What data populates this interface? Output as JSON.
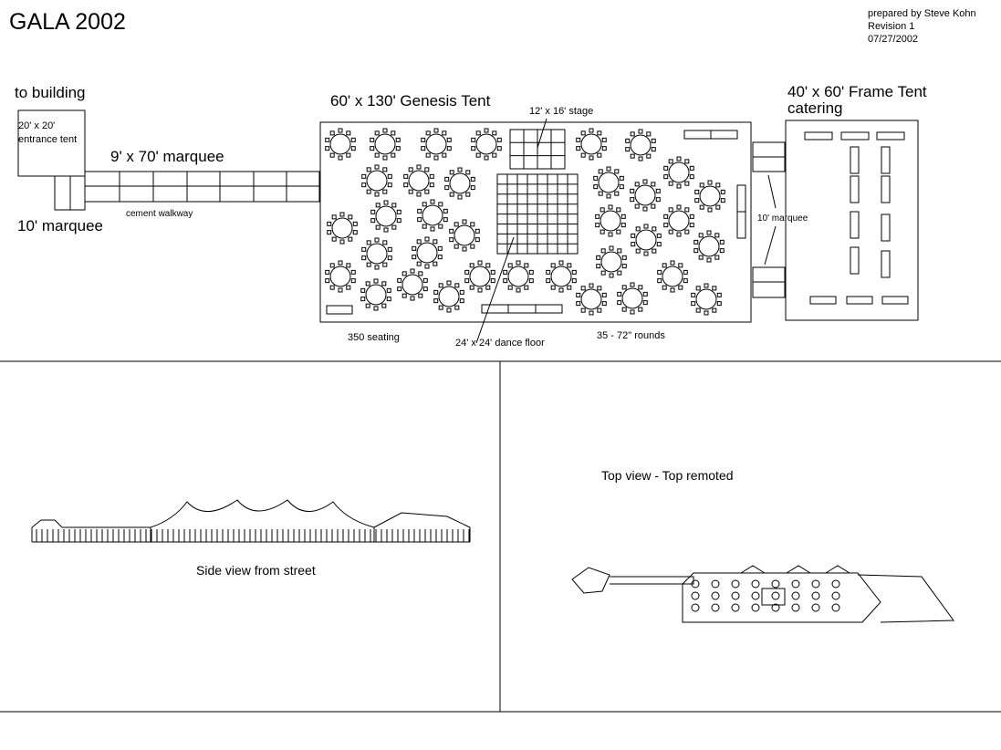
{
  "title": "GALA 2002",
  "credits": {
    "prepared_by": "prepared by Steve Kohn",
    "revision": "Revision 1",
    "date": "07/27/2002"
  },
  "labels": {
    "to_building": "to building",
    "entrance_tent": "20' x 20'",
    "entrance_tent_2": "entrance tent",
    "marquee_main": "9' x 70' marquee",
    "walkway": "cement walkway",
    "marquee_small": "10' marquee",
    "genesis_tent": "60' x 130' Genesis Tent",
    "stage": "12' x 16' stage",
    "seating": "350 seating",
    "dance_floor": "24' x 24' dance floor",
    "rounds": "35 - 72\" rounds",
    "frame_tent": "40' x 60' Frame Tent",
    "frame_tent_2": "catering",
    "connector_marquee": "10' marquee"
  },
  "views": {
    "side": "Side view from street",
    "top": "Top view - Top remoted"
  },
  "table_count": 35
}
